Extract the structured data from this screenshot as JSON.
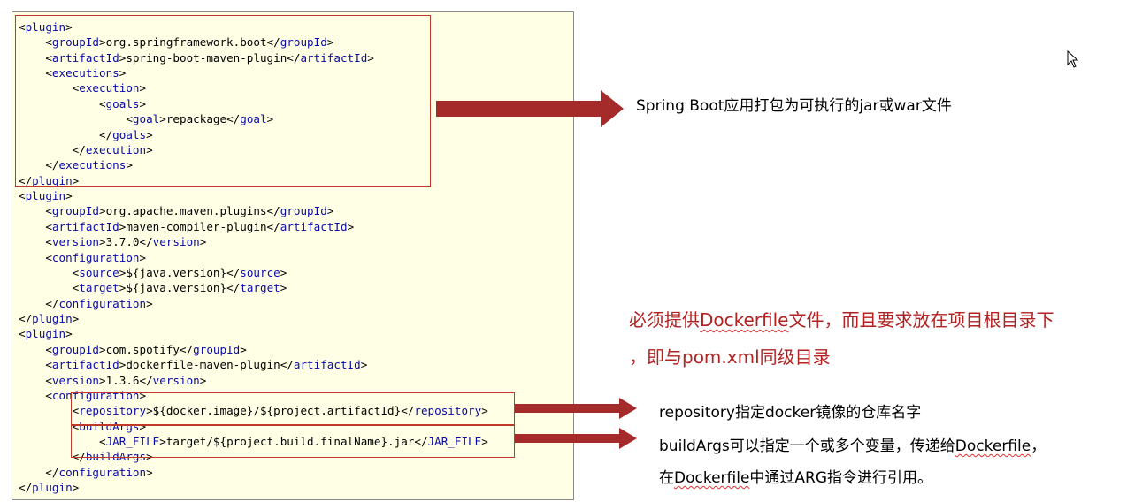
{
  "code": {
    "lines": [
      [
        {
          "t": "<",
          "k": "p"
        },
        {
          "t": "plugin",
          "k": "tag"
        },
        {
          "t": ">",
          "k": "p"
        }
      ],
      [
        {
          "t": "    <",
          "k": "p"
        },
        {
          "t": "groupId",
          "k": "tag"
        },
        {
          "t": ">org.springframework.boot</",
          "k": "p"
        },
        {
          "t": "groupId",
          "k": "tag"
        },
        {
          "t": ">",
          "k": "p"
        }
      ],
      [
        {
          "t": "    <",
          "k": "p"
        },
        {
          "t": "artifactId",
          "k": "tag"
        },
        {
          "t": ">spring-boot-maven-plugin</",
          "k": "p"
        },
        {
          "t": "artifactId",
          "k": "tag"
        },
        {
          "t": ">",
          "k": "p"
        }
      ],
      [
        {
          "t": "    <",
          "k": "p"
        },
        {
          "t": "executions",
          "k": "tag"
        },
        {
          "t": ">",
          "k": "p"
        }
      ],
      [
        {
          "t": "        <",
          "k": "p"
        },
        {
          "t": "execution",
          "k": "tag"
        },
        {
          "t": ">",
          "k": "p"
        }
      ],
      [
        {
          "t": "            <",
          "k": "p"
        },
        {
          "t": "goals",
          "k": "tag"
        },
        {
          "t": ">",
          "k": "p"
        }
      ],
      [
        {
          "t": "                <",
          "k": "p"
        },
        {
          "t": "goal",
          "k": "tag"
        },
        {
          "t": ">repackage</",
          "k": "p"
        },
        {
          "t": "goal",
          "k": "tag"
        },
        {
          "t": ">",
          "k": "p"
        }
      ],
      [
        {
          "t": "            </",
          "k": "p"
        },
        {
          "t": "goals",
          "k": "tag"
        },
        {
          "t": ">",
          "k": "p"
        }
      ],
      [
        {
          "t": "        </",
          "k": "p"
        },
        {
          "t": "execution",
          "k": "tag"
        },
        {
          "t": ">",
          "k": "p"
        }
      ],
      [
        {
          "t": "    </",
          "k": "p"
        },
        {
          "t": "executions",
          "k": "tag"
        },
        {
          "t": ">",
          "k": "p"
        }
      ],
      [
        {
          "t": "</",
          "k": "p"
        },
        {
          "t": "plugin",
          "k": "tag"
        },
        {
          "t": ">",
          "k": "p"
        }
      ],
      [
        {
          "t": "<",
          "k": "p"
        },
        {
          "t": "plugin",
          "k": "tag"
        },
        {
          "t": ">",
          "k": "p"
        }
      ],
      [
        {
          "t": "    <",
          "k": "p"
        },
        {
          "t": "groupId",
          "k": "tag"
        },
        {
          "t": ">org.apache.maven.plugins</",
          "k": "p"
        },
        {
          "t": "groupId",
          "k": "tag"
        },
        {
          "t": ">",
          "k": "p"
        }
      ],
      [
        {
          "t": "    <",
          "k": "p"
        },
        {
          "t": "artifactId",
          "k": "tag"
        },
        {
          "t": ">maven-compiler-plugin</",
          "k": "p"
        },
        {
          "t": "artifactId",
          "k": "tag"
        },
        {
          "t": ">",
          "k": "p"
        }
      ],
      [
        {
          "t": "    <",
          "k": "p"
        },
        {
          "t": "version",
          "k": "tag"
        },
        {
          "t": ">3.7.0</",
          "k": "p"
        },
        {
          "t": "version",
          "k": "tag"
        },
        {
          "t": ">",
          "k": "p"
        }
      ],
      [
        {
          "t": "    <",
          "k": "p"
        },
        {
          "t": "configuration",
          "k": "tag"
        },
        {
          "t": ">",
          "k": "p"
        }
      ],
      [
        {
          "t": "        <",
          "k": "p"
        },
        {
          "t": "source",
          "k": "tag"
        },
        {
          "t": ">${java.version}</",
          "k": "p"
        },
        {
          "t": "source",
          "k": "tag"
        },
        {
          "t": ">",
          "k": "p"
        }
      ],
      [
        {
          "t": "        <",
          "k": "p"
        },
        {
          "t": "target",
          "k": "tag"
        },
        {
          "t": ">${java.version}</",
          "k": "p"
        },
        {
          "t": "target",
          "k": "tag"
        },
        {
          "t": ">",
          "k": "p"
        }
      ],
      [
        {
          "t": "    </",
          "k": "p"
        },
        {
          "t": "configuration",
          "k": "tag"
        },
        {
          "t": ">",
          "k": "p"
        }
      ],
      [
        {
          "t": "</",
          "k": "p"
        },
        {
          "t": "plugin",
          "k": "tag"
        },
        {
          "t": ">",
          "k": "p"
        }
      ],
      [
        {
          "t": "<",
          "k": "p"
        },
        {
          "t": "plugin",
          "k": "tag"
        },
        {
          "t": ">",
          "k": "p"
        }
      ],
      [
        {
          "t": "    <",
          "k": "p"
        },
        {
          "t": "groupId",
          "k": "tag"
        },
        {
          "t": ">com.spotify</",
          "k": "p"
        },
        {
          "t": "groupId",
          "k": "tag"
        },
        {
          "t": ">",
          "k": "p"
        }
      ],
      [
        {
          "t": "    <",
          "k": "p"
        },
        {
          "t": "artifactId",
          "k": "tag"
        },
        {
          "t": ">dockerfile-maven-plugin</",
          "k": "p"
        },
        {
          "t": "artifactId",
          "k": "tag"
        },
        {
          "t": ">",
          "k": "p"
        }
      ],
      [
        {
          "t": "    <",
          "k": "p"
        },
        {
          "t": "version",
          "k": "tag"
        },
        {
          "t": ">1.3.6</",
          "k": "p"
        },
        {
          "t": "version",
          "k": "tag"
        },
        {
          "t": ">",
          "k": "p"
        }
      ],
      [
        {
          "t": "    <",
          "k": "p"
        },
        {
          "t": "configuration",
          "k": "tag"
        },
        {
          "t": ">",
          "k": "p"
        }
      ],
      [
        {
          "t": "        <",
          "k": "p"
        },
        {
          "t": "repository",
          "k": "tag"
        },
        {
          "t": ">${docker.image}/${project.artifactId}</",
          "k": "p"
        },
        {
          "t": "repository",
          "k": "tag"
        },
        {
          "t": ">",
          "k": "p"
        }
      ],
      [
        {
          "t": "        <",
          "k": "p"
        },
        {
          "t": "buildArgs",
          "k": "tag"
        },
        {
          "t": ">",
          "k": "p"
        }
      ],
      [
        {
          "t": "            <",
          "k": "p"
        },
        {
          "t": "JAR_FILE",
          "k": "tag"
        },
        {
          "t": ">target/${project.build.finalName}.jar</",
          "k": "p"
        },
        {
          "t": "JAR_FILE",
          "k": "tag"
        },
        {
          "t": ">",
          "k": "p"
        }
      ],
      [
        {
          "t": "        </",
          "k": "p"
        },
        {
          "t": "buildArgs",
          "k": "tag"
        },
        {
          "t": ">",
          "k": "p"
        }
      ],
      [
        {
          "t": "    </",
          "k": "p"
        },
        {
          "t": "configuration",
          "k": "tag"
        },
        {
          "t": ">",
          "k": "p"
        }
      ],
      [
        {
          "t": "</",
          "k": "p"
        },
        {
          "t": "plugin",
          "k": "tag"
        },
        {
          "t": ">",
          "k": "p"
        }
      ]
    ]
  },
  "annotations": {
    "spring_boot": "Spring Boot应用打包为可执行的jar或war文件",
    "dockerfile_req_line1_pre": "必须提供",
    "dockerfile_req_line1_word": "Dockerfile",
    "dockerfile_req_line1_post": "文件，而且要求放在项目根目录下",
    "dockerfile_req_line2": "，即与pom.xml同级目录",
    "repository_note": "repository指定docker镜像的仓库名字",
    "buildargs_line1_pre": "buildArgs可以指定一个或多个变量，传递给",
    "buildargs_line1_word": "Dockerfile",
    "buildargs_line1_post": "，",
    "buildargs_line2_pre": "在",
    "buildargs_line2_word": "Dockerfile",
    "buildargs_line2_post": "中通过ARG指令进行引用。"
  },
  "colors": {
    "panel_bg": "#ffffe6",
    "tag": "#0a0aa8",
    "highlight_box": "#c0392b",
    "arrow": "#a52a2a",
    "red_text": "#b22222"
  },
  "icons": {
    "arrow": "right-arrow-icon",
    "cursor": "mouse-cursor-icon"
  }
}
